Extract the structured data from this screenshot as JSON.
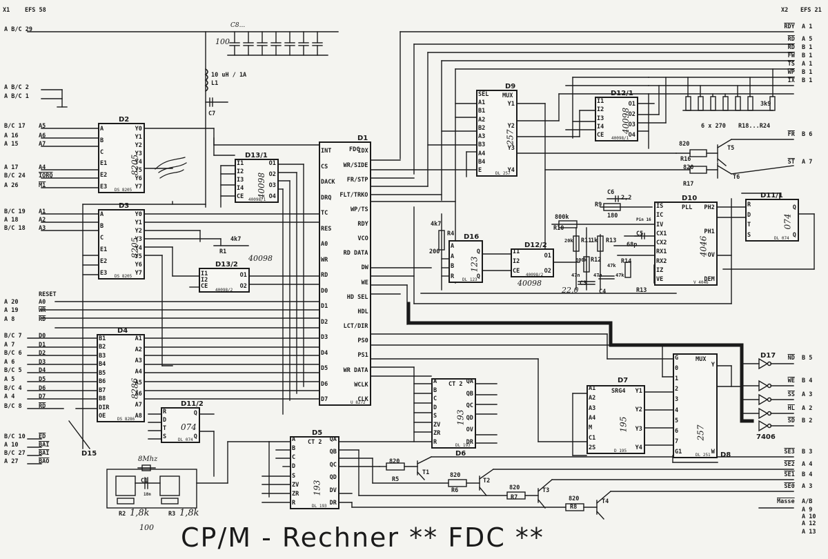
{
  "title": "CP/M - Rechner ** FDC **",
  "connector_left": {
    "label": "X1",
    "sub": "EFS 58"
  },
  "connector_right": {
    "label": "X2",
    "sub": "EFS 21"
  },
  "chips": [
    {
      "id": "D2",
      "type": "8205",
      "left": [
        "A",
        "B",
        "C",
        "E1",
        "E2",
        "E3"
      ],
      "right": [
        "Y0",
        "Y1",
        "Y2",
        "Y3",
        "Y4",
        "Y5",
        "Y6",
        "Y7"
      ],
      "part": "DS 8205"
    },
    {
      "id": "D3",
      "type": "8205",
      "left": [
        "A",
        "B",
        "C",
        "E1",
        "E2",
        "E3"
      ],
      "right": [
        "Y0",
        "Y1",
        "Y2",
        "Y3",
        "Y4",
        "Y5",
        "Y6",
        "Y7"
      ],
      "part": "DS 8205"
    },
    {
      "id": "D4",
      "type": "8286",
      "left": [
        "B1",
        "B2",
        "B3",
        "B4",
        "B5",
        "B6",
        "B7",
        "B8",
        "DIR",
        "OE"
      ],
      "right": [
        "A1",
        "A2",
        "A3",
        "A4",
        "A5",
        "A6",
        "A7",
        "A8"
      ],
      "part": "DS 8286"
    },
    {
      "id": "D1",
      "type": "FDC",
      "left": [
        "INT",
        "CS",
        "DACK",
        "DRQ",
        "TC",
        "RES",
        "A0",
        "WR",
        "RD",
        "D0",
        "D1",
        "D2",
        "D3",
        "D4",
        "D5",
        "D6",
        "D7"
      ],
      "right": [
        "IDX",
        "WR/SIDE",
        "FR/STP",
        "FLT/TRKO",
        "WP/TS",
        "RDY",
        "VCO",
        "RD DATA",
        "DW",
        "WE",
        "HD SEL",
        "HDL",
        "LCT/DIR",
        "PS0",
        "PS1",
        "WR DATA",
        "WCLK",
        "CLK"
      ],
      "part": "U 8272"
    },
    {
      "id": "D13/1",
      "type": "40098",
      "left": [
        "I1",
        "I2",
        "I3",
        "I4",
        "CE"
      ],
      "right": [
        "O1",
        "O2",
        "O3",
        "O4"
      ],
      "part": "40098/1"
    },
    {
      "id": "D13/2",
      "type": "40098",
      "left": [
        "I1",
        "I2",
        "CE"
      ],
      "right": [
        "O1",
        "O2"
      ],
      "part": "40098/2"
    },
    {
      "id": "D9",
      "type": "257",
      "left": [
        "SEL",
        "A1",
        "B1",
        "A2",
        "B2",
        "A3",
        "B3",
        "A4",
        "B4",
        "E"
      ],
      "right": [
        "Y1",
        "Y2",
        "Y3",
        "Y4"
      ],
      "part": "DL 257",
      "head": "MUX"
    },
    {
      "id": "D12/1",
      "type": "40098",
      "left": [
        "I1",
        "I2",
        "I3",
        "I4",
        "CE"
      ],
      "right": [
        "O1",
        "O2",
        "O3",
        "O4"
      ],
      "part": "40098/1"
    },
    {
      "id": "D16",
      "type": "123",
      "left": [
        "A",
        "A",
        "B",
        "R"
      ],
      "right": [
        "Q",
        "Q"
      ],
      "part": "DL 123"
    },
    {
      "id": "D12/2",
      "type": "40098",
      "left": [
        "I1",
        "I2",
        "CE"
      ],
      "right": [
        "O1",
        "O2"
      ],
      "part": "40098/2"
    },
    {
      "id": "D10",
      "type": "4046",
      "left": [
        "IS",
        "IC",
        "IV",
        "CX1",
        "CX2",
        "RX1",
        "RX2",
        "IZ",
        "VE"
      ],
      "right": [
        "PH2",
        "PH1",
        "OV",
        "DEM"
      ],
      "part": "V 4046",
      "head": "PLL"
    },
    {
      "id": "D11/1",
      "type": "074",
      "left": [
        "R",
        "D",
        "T",
        "S"
      ],
      "right": [
        "Q",
        "Q"
      ],
      "part": "DL 074"
    },
    {
      "id": "D11/2",
      "type": "074",
      "left": [
        "R",
        "D",
        "T",
        "S"
      ],
      "right": [
        "Q",
        "Q"
      ],
      "part": "DL 074"
    },
    {
      "id": "D5",
      "type": "193",
      "left": [
        "A",
        "B",
        "C",
        "D",
        "S",
        "ZV",
        "ZR",
        "R"
      ],
      "right": [
        "QA",
        "QB",
        "QC",
        "QD",
        "DV",
        "DR"
      ],
      "part": "DL 193",
      "head": "CT 2"
    },
    {
      "id": "D6",
      "type": "193",
      "left": [
        "A",
        "B",
        "C",
        "D",
        "S",
        "ZV",
        "ZR",
        "R"
      ],
      "right": [
        "QA",
        "QB",
        "QC",
        "QD",
        "OV",
        "DR"
      ],
      "part": "DL 193",
      "head": "CT 2"
    },
    {
      "id": "D7",
      "type": "195",
      "left": [
        "A1",
        "A2",
        "A3",
        "A4",
        "M",
        "C1",
        "2S"
      ],
      "right": [
        "Y1",
        "Y2",
        "Y3",
        "Y4"
      ],
      "part": "D 195",
      "head": "SRG4"
    },
    {
      "id": "D8",
      "type": "257",
      "left": [
        "G",
        "0",
        "1",
        "2",
        "3",
        "4",
        "5",
        "6",
        "7",
        "G1"
      ],
      "right": [
        "Y",
        "W"
      ],
      "part": "DL 251",
      "head": "MUX"
    },
    {
      "id": "D15",
      "type": "",
      "left": [],
      "right": [],
      "part": ""
    },
    {
      "id": "D17",
      "type": "7406",
      "left": [],
      "right": [],
      "part": ""
    }
  ],
  "left_edge": [
    {
      "conn": "A B/C 29",
      "sig": ""
    },
    {
      "conn": "A B/C 2",
      "sig": ""
    },
    {
      "conn": "A B/C 1",
      "sig": ""
    },
    {
      "conn": "B/C 17",
      "sig": "A5"
    },
    {
      "conn": "A 16",
      "sig": "A6"
    },
    {
      "conn": "A 15",
      "sig": "A7"
    },
    {
      "conn": "A 17",
      "sig": "A4"
    },
    {
      "conn": "B/C 24",
      "sig": "IORQ"
    },
    {
      "conn": "A 26",
      "sig": "M1"
    },
    {
      "conn": "B/C 19",
      "sig": "A1"
    },
    {
      "conn": "A 18",
      "sig": "A2"
    },
    {
      "conn": "B/C 18",
      "sig": "A3"
    },
    {
      "conn": "",
      "sig": "RESET"
    },
    {
      "conn": "A 20",
      "sig": "A0"
    },
    {
      "conn": "A 19",
      "sig": "WR"
    },
    {
      "conn": "A 8",
      "sig": "RD"
    },
    {
      "conn": "B/C 7",
      "sig": "D0"
    },
    {
      "conn": "A 7",
      "sig": "D1"
    },
    {
      "conn": "B/C 6",
      "sig": "D2"
    },
    {
      "conn": "A 6",
      "sig": "D3"
    },
    {
      "conn": "B/C 5",
      "sig": "D4"
    },
    {
      "conn": "A 5",
      "sig": "D5"
    },
    {
      "conn": "B/C 4",
      "sig": "D6"
    },
    {
      "conn": "A 4",
      "sig": "D7"
    },
    {
      "conn": "B/C 8",
      "sig": "RD"
    },
    {
      "conn": "B/C 10",
      "sig": "ED"
    },
    {
      "conn": "A 10",
      "sig": "BAI"
    },
    {
      "conn": "B/C 27",
      "sig": "BAI"
    },
    {
      "conn": "A 27",
      "sig": "BAO"
    }
  ],
  "right_edge": [
    {
      "sig": "RDY",
      "conn": "A 1"
    },
    {
      "sig": "RD",
      "conn": "A 5"
    },
    {
      "sig": "RD",
      "conn": "B 1"
    },
    {
      "sig": "FW",
      "conn": "B 1"
    },
    {
      "sig": "TS",
      "conn": "A 1"
    },
    {
      "sig": "WP",
      "conn": "B 1"
    },
    {
      "sig": "IX",
      "conn": "B 1"
    },
    {
      "sig": "FR",
      "conn": "B 6"
    },
    {
      "sig": "ST",
      "conn": "A 7"
    },
    {
      "sig": "ND",
      "conn": "B 5"
    },
    {
      "sig": "WE",
      "conn": "B 4"
    },
    {
      "sig": "SS",
      "conn": "A 3"
    },
    {
      "sig": "HL",
      "conn": "A 2"
    },
    {
      "sig": "SD",
      "conn": "B 2"
    },
    {
      "sig": "SE3",
      "conn": "B 3"
    },
    {
      "sig": "SE2",
      "conn": "A 4"
    },
    {
      "sig": "SE1",
      "conn": "B 4"
    },
    {
      "sig": "SE0",
      "conn": "A 3"
    },
    {
      "sig": "Masse",
      "conn": "A/B"
    },
    {
      "sig": "",
      "conn": "A 9"
    },
    {
      "sig": "",
      "conn": "A 10"
    },
    {
      "sig": "",
      "conn": "A 12"
    },
    {
      "sig": "",
      "conn": "A 13"
    }
  ],
  "components": {
    "c8": "C8...",
    "c8_val": "100",
    "l1": "L1",
    "l1_val": "10 uH / 1A",
    "c7": "C7",
    "r1": "R1",
    "r1_val": "4k7",
    "r4": "R4",
    "r4_val": "4k7",
    "r4b": "200",
    "r16": "R16",
    "r16_val": "820",
    "r17": "R17",
    "r17_val": "820",
    "t5": "T5",
    "t6": "T6",
    "rpack": "6 x 270",
    "rpack2": "R18...R24",
    "r24": "3k9",
    "c6": "C6",
    "c6_val": "2,2",
    "r9": "R9",
    "r9_val": "180",
    "pin16": "Pin 16",
    "r10": "R10",
    "r10_val": "800k",
    "r11": "R11",
    "r11_val": "20k",
    "r12": "R12",
    "r12_val": "800k",
    "r13": "R13",
    "r13_val": "1k",
    "c5": "C5",
    "c5_val": "68p",
    "c3": "C3",
    "c3_val": "47n",
    "c4": "C4",
    "c4_val": "47n",
    "r14": "R14",
    "r14_val": "47k",
    "r15": "R15",
    "r15_val": "47k",
    "r13b": "R13",
    "d12_hand": "40098",
    "c3_note": "22,0",
    "r5": "R5",
    "r6": "R6",
    "r7": "R7",
    "r8": "R8",
    "rt_val": "820",
    "t1": "T1",
    "t2": "T2",
    "t3": "T3",
    "t4": "T4",
    "xtal": "8Mhz",
    "c1": "C1",
    "c1_val": "18n",
    "r2": "R2",
    "r2_val": "1,8k",
    "r3": "R3",
    "r3_val": "1,8k",
    "xtal_note": "100",
    "d13_hand": "40098"
  }
}
